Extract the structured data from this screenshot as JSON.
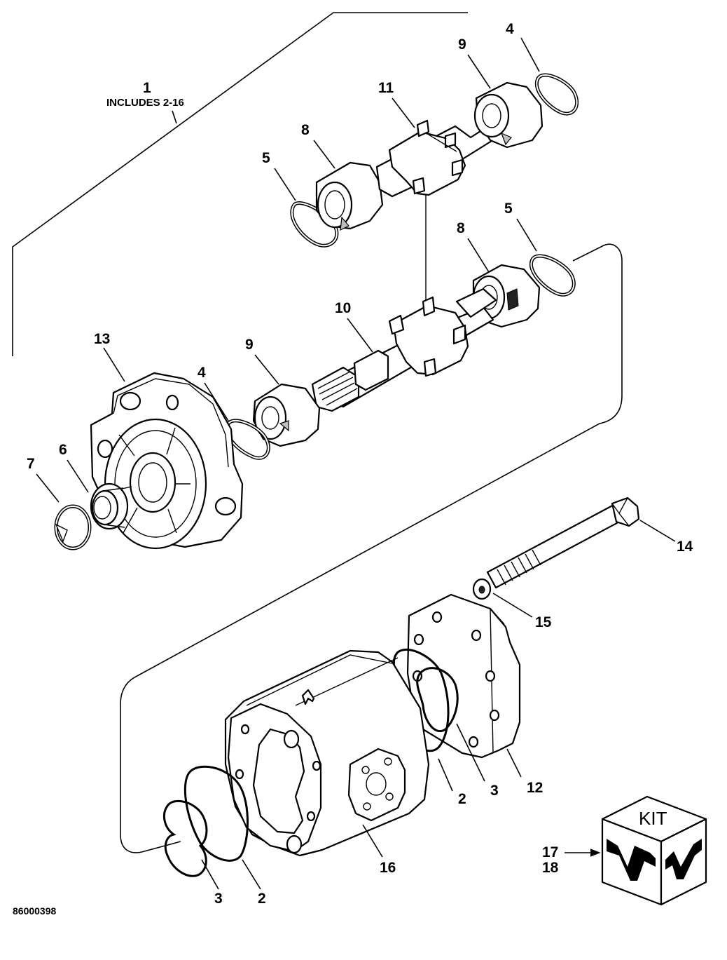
{
  "figure_number": "86000398",
  "callouts": {
    "c1": "1",
    "c1_note": "INCLUDES 2-16",
    "c2a": "2",
    "c2b": "2",
    "c3a": "3",
    "c3b": "3",
    "c4a": "4",
    "c4b": "4",
    "c5a": "5",
    "c5b": "5",
    "c6": "6",
    "c7": "7",
    "c8a": "8",
    "c8b": "8",
    "c9a": "9",
    "c9b": "9",
    "c10": "10",
    "c11": "11",
    "c12": "12",
    "c13": "13",
    "c14": "14",
    "c15": "15",
    "c16": "16",
    "c17": "17",
    "c18": "18"
  },
  "kit_label": "KIT"
}
